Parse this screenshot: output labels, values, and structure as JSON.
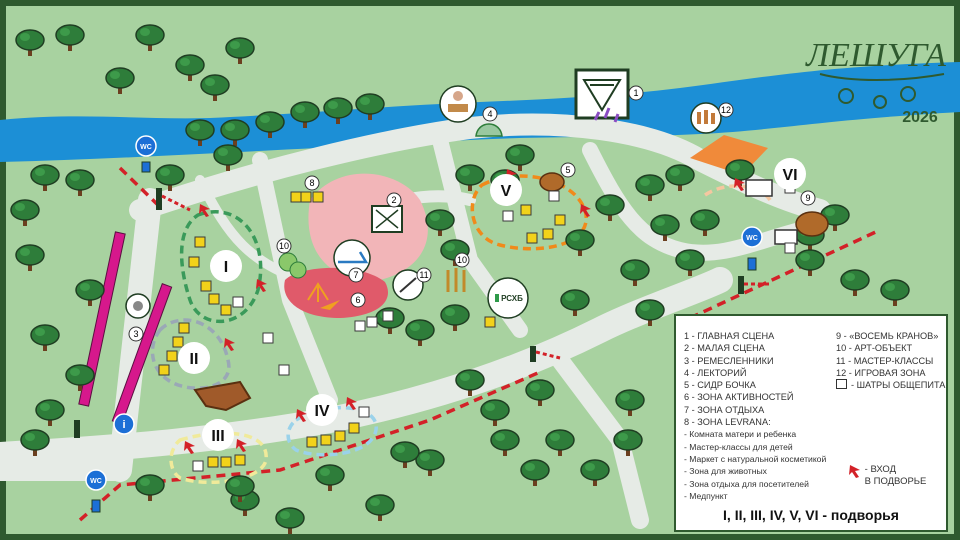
{
  "logo": {
    "text": "ЛЕШУГА",
    "year": "2026"
  },
  "zones": {
    "numbers": [
      "1",
      "2",
      "3",
      "4",
      "5",
      "6",
      "7",
      "8",
      "9",
      "10",
      "11",
      "12"
    ],
    "courtyards": [
      "I",
      "II",
      "III",
      "IV",
      "V",
      "VI"
    ],
    "wc": "WC",
    "info": "i",
    "sponsor": "РСХБ"
  },
  "legend": {
    "col1": [
      "1 - ГЛАВНАЯ СЦЕНА",
      "2 - МАЛАЯ СЦЕНА",
      "3 - РЕМЕСЛЕННИКИ",
      "4 - ЛЕКТОРИЙ",
      "5 - СИДР БОЧКА",
      "6 - ЗОНА АКТИВНОСТЕЙ",
      "7 - ЗОНА ОТДЫХА",
      "8 - ЗОНА LEVRANA:"
    ],
    "col1_sub": [
      "- Комната матери и ребенка",
      "- Мастер-классы для детей",
      "- Маркет с натуральной косметикой",
      "- Зона для животных",
      "- Зона отдыха для посетителей",
      "- Медпункт"
    ],
    "col2": [
      "9 - «ВОСЕМЬ КРАНОВ»",
      "10 - АРТ-ОБЪЕКТ",
      "11 - МАСТЕР-КЛАССЫ",
      "12 - ИГРОВАЯ ЗОНА"
    ],
    "tents": "- ШАТРЫ ОБЩЕПИТА",
    "entrance_1": "- ВХОД",
    "entrance_2": "В ПОДВОРЬЕ",
    "footer": "I, II, III, IV, V, VI - подворья"
  },
  "colors": {
    "grass": "#a8d2a0",
    "path": "#e6ebe6",
    "river": "#1c8fd6",
    "frame": "#2f5a2f",
    "pink": "#f2b5b8",
    "magenta": "#d6188c",
    "tent": "#f2d21a",
    "entrance": "#d32128"
  }
}
